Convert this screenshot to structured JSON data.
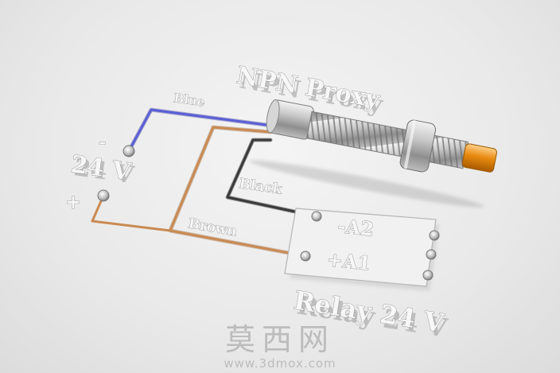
{
  "title": "NPN Proxy",
  "voltage_label": "24 V",
  "minus_sign": "-",
  "plus_sign": "+",
  "wire_labels": {
    "blue": "Blue",
    "black": "Black",
    "brown": "Brown"
  },
  "relay": {
    "terminal_a2": "-A2",
    "terminal_a1": "+A1",
    "caption": "Relay 24 V"
  },
  "watermark": {
    "brand": "莫西网",
    "url": "www.3dmox.com"
  },
  "colors": {
    "blue_wire": "#5a5fd6",
    "black_wire": "#3a3a3a",
    "brown_wire": "#c98a52",
    "sensor_tip": "#e88a10",
    "thread": "#a9a9a9"
  }
}
